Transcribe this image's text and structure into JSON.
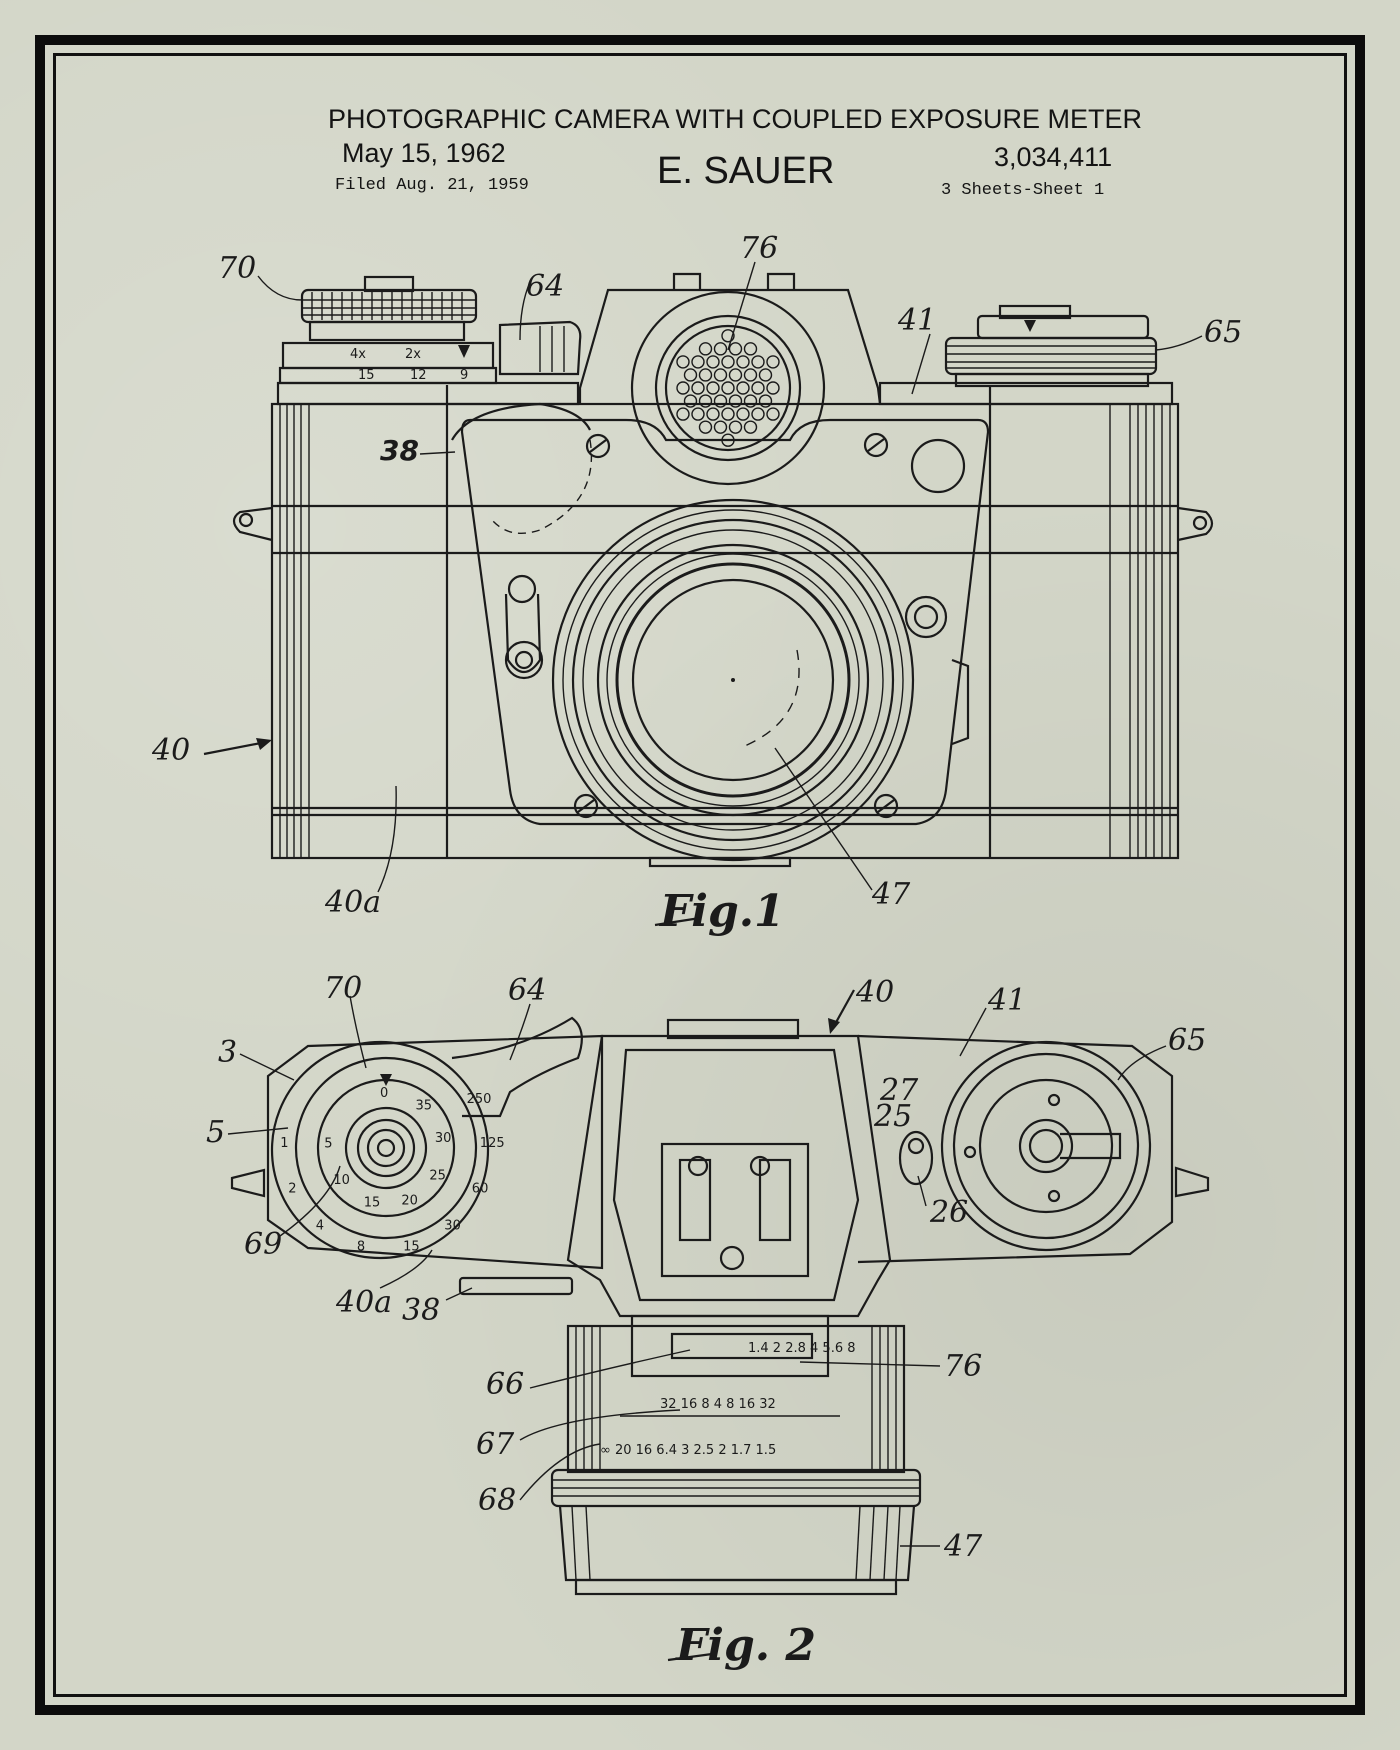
{
  "header": {
    "title": "PHOTOGRAPHIC CAMERA WITH COUPLED EXPOSURE METER",
    "date": "May 15, 1962",
    "filed": "Filed Aug. 21, 1959",
    "inventor": "E. SAUER",
    "patent_number": "3,034,411",
    "sheets": "3 Sheets-Sheet 1"
  },
  "fig1": {
    "caption": "Fig.1",
    "refs": {
      "r70": "70",
      "r64": "64",
      "r76": "76",
      "r41": "41",
      "r65": "65",
      "r38": "38",
      "r40": "40",
      "r40a": "40a",
      "r47": "47"
    },
    "dial_marks": [
      "4x",
      "2x",
      "15",
      "12",
      "9"
    ]
  },
  "fig2": {
    "caption": "Fig. 2",
    "refs": {
      "r70": "70",
      "r64": "64",
      "r40": "40",
      "r41": "41",
      "r65": "65",
      "r3": "3",
      "r5": "5",
      "r27": "27",
      "r25": "25",
      "r26": "26",
      "r69": "69",
      "r40a": "40a",
      "r38": "38",
      "r66": "66",
      "r67": "67",
      "r68": "68",
      "r76": "76",
      "r47": "47"
    },
    "dial_numbers": [
      "0",
      "35",
      "30",
      "25",
      "20",
      "15",
      "10",
      "5",
      "250",
      "125",
      "60",
      "30",
      "15",
      "8",
      "4",
      "2",
      "1"
    ],
    "meter_scale": "1.4 2 2.8 4 5.6 8",
    "aperture_scale": "32 16 8 4 8 16 32",
    "distance_scale": "∞ 20 16 6.4 3 2.5 2 1.7 1.5"
  },
  "colors": {
    "paper": "#d3d6c8",
    "ink": "#1b1b1b"
  }
}
